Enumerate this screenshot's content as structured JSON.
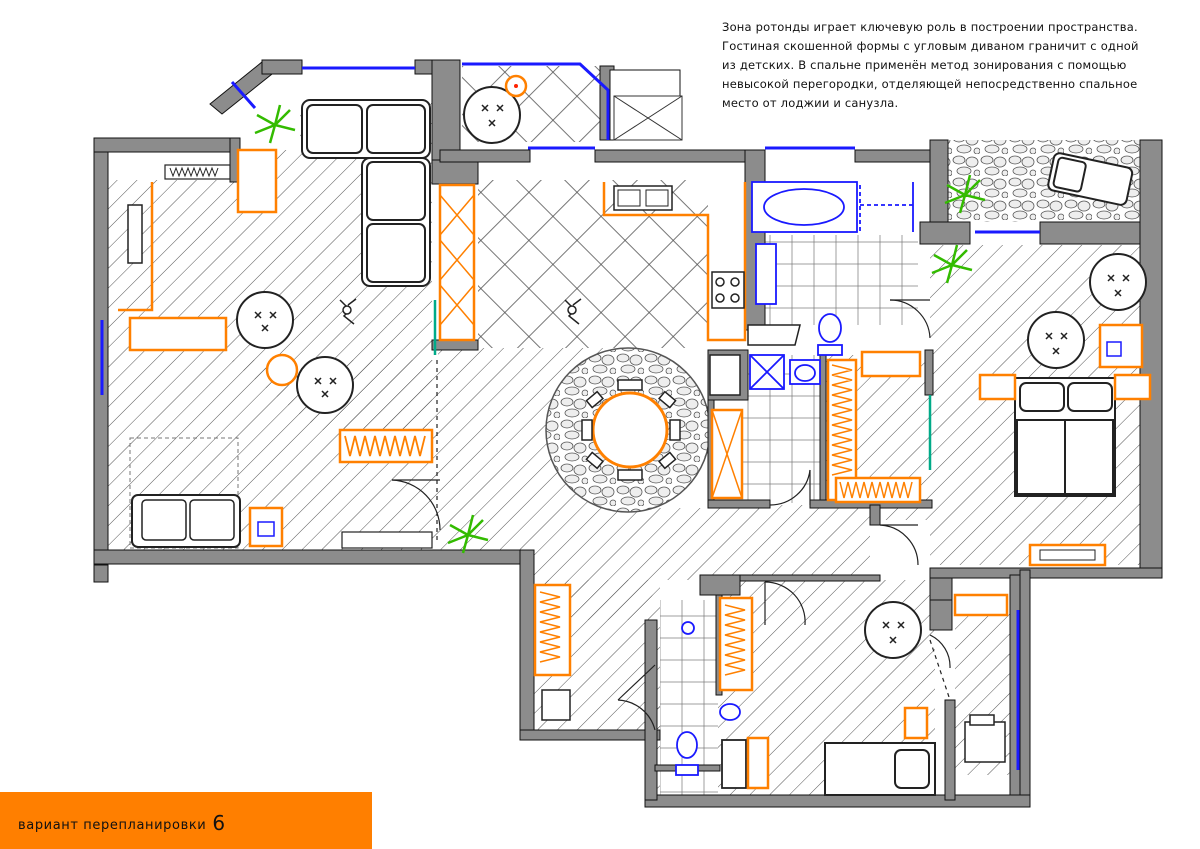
{
  "description": {
    "lines": [
      "Зона ротонды играет ключевую роль в построении пространства.",
      "Гостиная скошенной формы с угловым диваном граничит с одной",
      "из детских. В спальне применён метод зонирования с помощью",
      "невысокой перегородки, отделяющей непосредственно спальное",
      "место от лоджии и санузла."
    ]
  },
  "variant": {
    "label": "вариант перепланировки",
    "number": "6"
  },
  "colors": {
    "wall": "#8c8c8c",
    "furniture_accent": "#ff8000",
    "glazing": "#1a1aff",
    "plant": "#33bb00",
    "door_frame": "#00aa88"
  }
}
